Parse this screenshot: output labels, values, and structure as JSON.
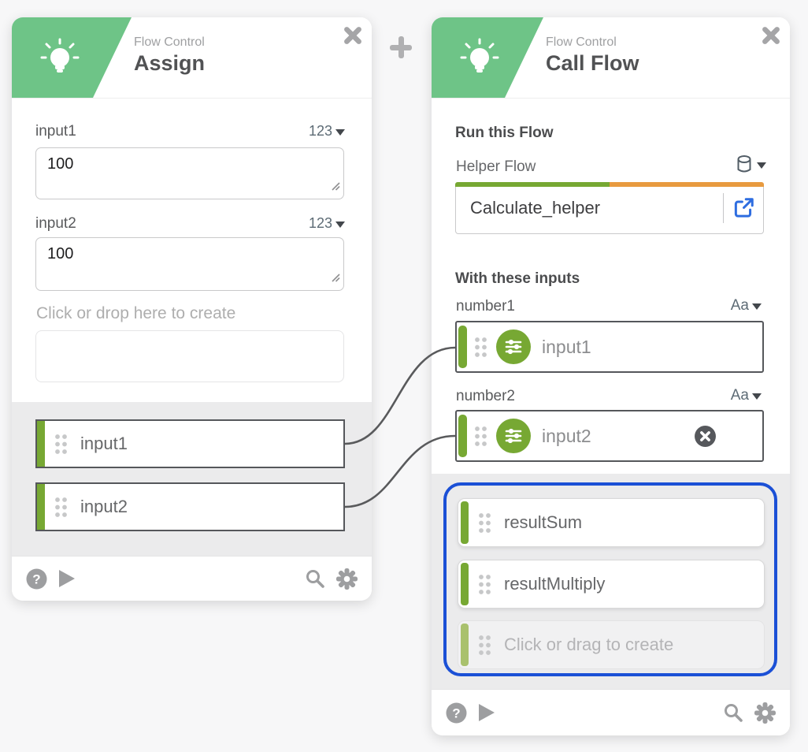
{
  "canvas": {
    "background": "#f7f7f8"
  },
  "colors": {
    "header_green": "#6ec487",
    "accent_green": "#77a833",
    "accent_orange": "#e89a3f",
    "selection_blue": "#1b50d6",
    "link_blue": "#2e6de0",
    "connector_gray": "#595a5c",
    "section_gray": "#ebebec"
  },
  "icons": {
    "lightbulb": "lightbulb-icon",
    "close": "close-icon",
    "plus": "add-node-icon",
    "caret": "caret-down-icon",
    "grip": "drag-grip-icon",
    "sliders": "sliders-icon",
    "remove": "remove-icon",
    "database": "database-icon",
    "external_link": "open-flow-icon",
    "help": "help-icon",
    "play": "run-icon",
    "search": "search-icon",
    "gear": "settings-icon",
    "help_glyph": "?"
  },
  "assign_card": {
    "category": "Flow Control",
    "title": "Assign",
    "fields": [
      {
        "label": "input1",
        "type": "123",
        "value": "100"
      },
      {
        "label": "input2",
        "type": "123",
        "value": "100"
      }
    ],
    "drop_hint": "Click or drop here to create",
    "output_chips": [
      "input1",
      "input2"
    ]
  },
  "call_flow_card": {
    "category": "Flow Control",
    "title": "Call Flow",
    "run_heading": "Run this Flow",
    "flow_field": {
      "label": "Helper Flow",
      "value": "Calculate_helper"
    },
    "inputs_heading": "With these inputs",
    "input_rows": [
      {
        "label": "number1",
        "type": "Aa",
        "value": "input1"
      },
      {
        "label": "number2",
        "type": "Aa",
        "value": "input2"
      }
    ],
    "result_chips": [
      "resultSum",
      "resultMultiply"
    ],
    "create_hint": "Click or drag to create"
  }
}
